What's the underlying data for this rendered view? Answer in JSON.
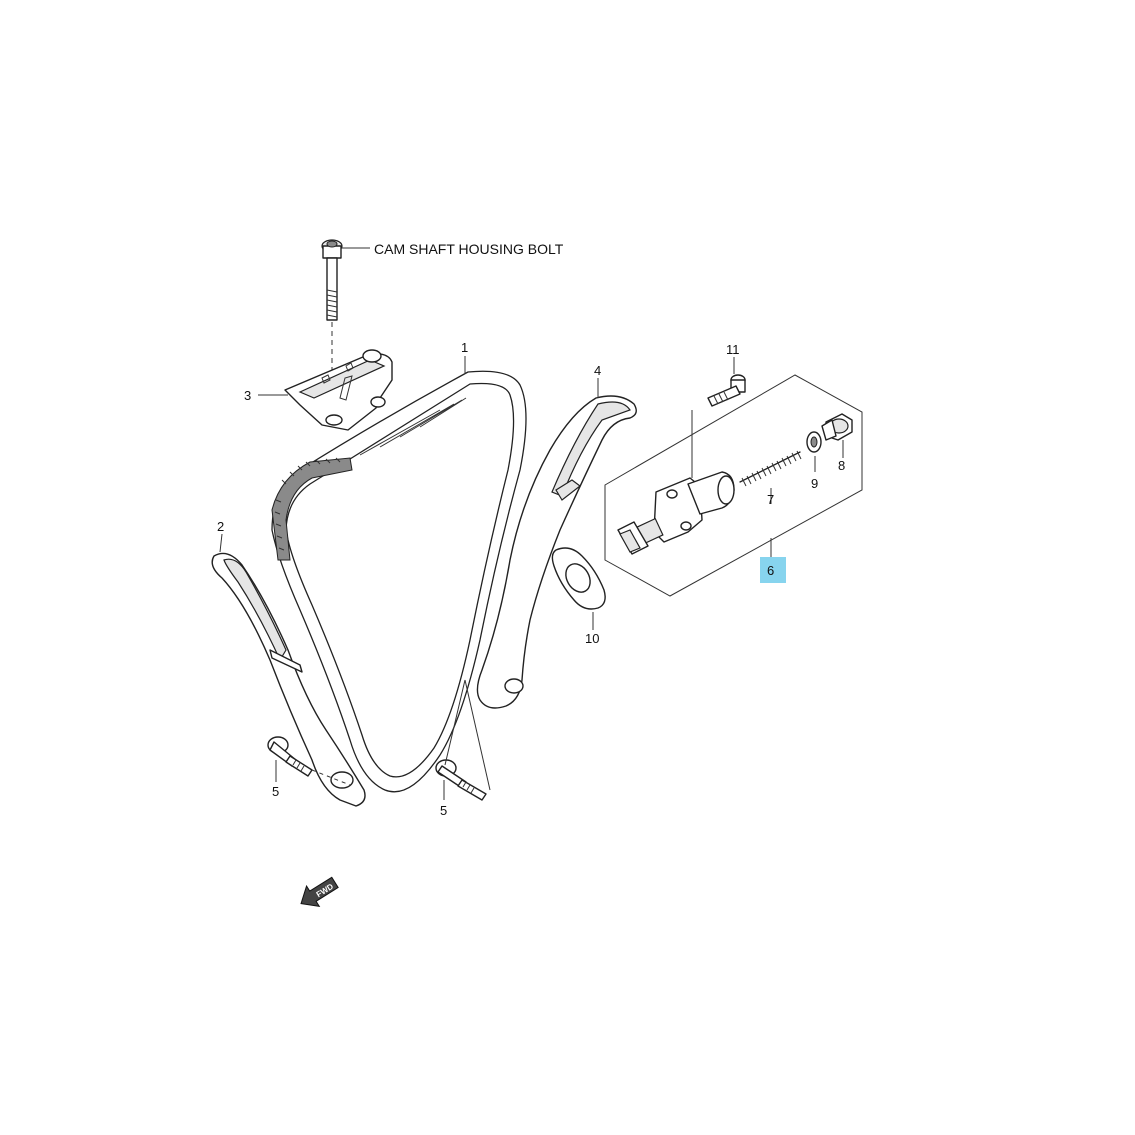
{
  "callouts": {
    "cam_shaft_housing_bolt": "CAM SHAFT HOUSING BOLT",
    "part_1": "1",
    "part_2": "2",
    "part_3": "3",
    "part_4": "4",
    "part_5a": "5",
    "part_5b": "5",
    "part_6": "6",
    "part_7": "7",
    "part_8": "8",
    "part_9": "9",
    "part_10": "10",
    "part_11": "11"
  },
  "fwd_arrow": {
    "text": "FWD"
  },
  "colors": {
    "highlight": "#87d4ee",
    "line": "#222222",
    "background": "#ffffff"
  },
  "highlighted_part": "6"
}
